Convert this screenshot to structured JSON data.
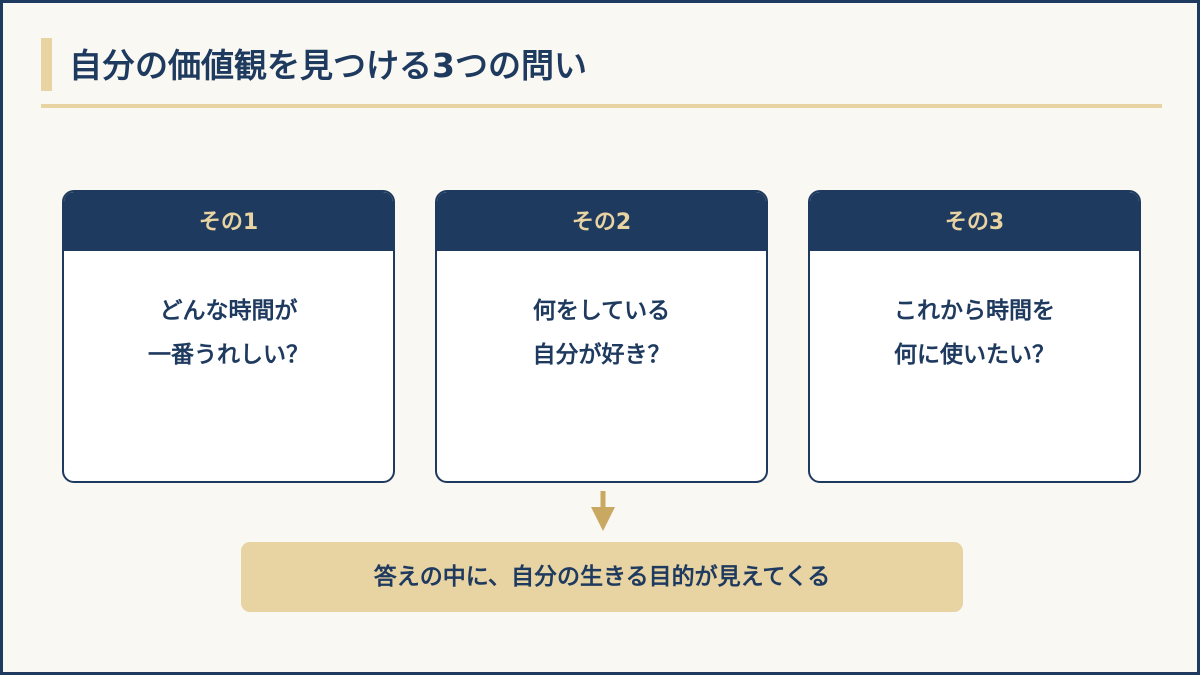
{
  "header": {
    "title": "自分の価値観を見つける3つの問い"
  },
  "cards": [
    {
      "label": "その1",
      "lines": [
        "どんな時間が",
        "一番うれしい？"
      ]
    },
    {
      "label": "その2",
      "lines": [
        "何をしている",
        "自分が好き？"
      ]
    },
    {
      "label": "その3",
      "lines": [
        "これから時間を",
        "何に使いたい？"
      ]
    }
  ],
  "conclusion": {
    "text": "答えの中に、自分の生きる目的が見えてくる"
  },
  "colors": {
    "navy": "#1f3a5f",
    "gold": "#e8d3a2",
    "arrow": "#c9a862",
    "background": "#faf8f3"
  },
  "icons": {
    "connector": "arrow-down-icon"
  }
}
